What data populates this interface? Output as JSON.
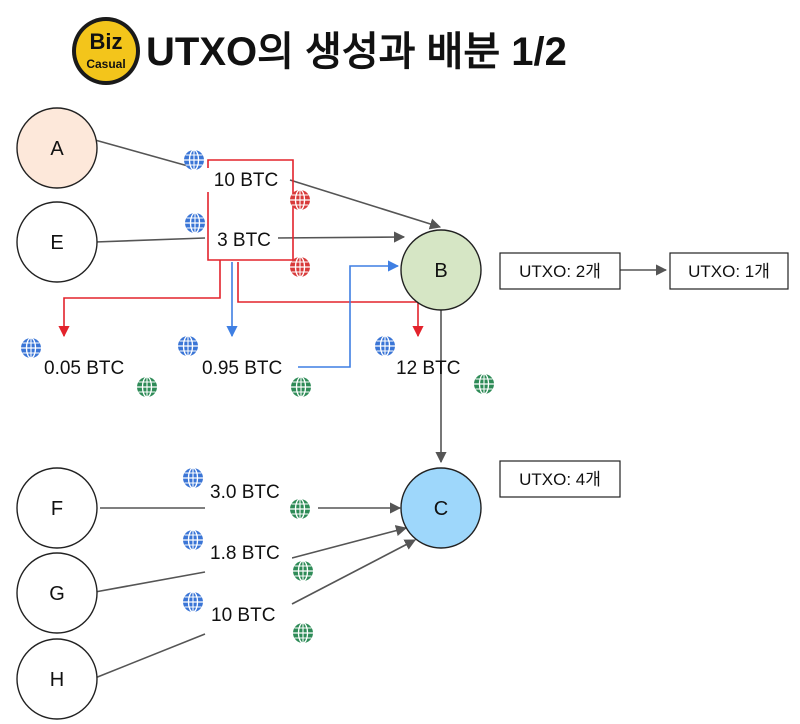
{
  "title": {
    "logo_top": "Biz",
    "logo_bottom": "Casual",
    "text": "UTXO의 생성과 배분 1/2"
  },
  "nodes": {
    "A": "A",
    "E": "E",
    "B": "B",
    "C": "C",
    "F": "F",
    "G": "G",
    "H": "H"
  },
  "amounts": {
    "a_tx": "10 BTC",
    "e_tx": "3 BTC",
    "change_out": "0.05 BTC",
    "return_out": "0.95 BTC",
    "b_out": "12 BTC",
    "f_tx": "3.0 BTC",
    "g_tx": "1.8 BTC",
    "h_tx": "10 BTC"
  },
  "utxo_boxes": {
    "b_before": "UTXO: 2개",
    "b_after": "UTXO: 1개",
    "c_count": "UTXO: 4개"
  },
  "colors": {
    "node_a": "#fde8da",
    "node_b": "#d6e6c5",
    "node_c": "#9ed7fb",
    "edge_red": "#e3232c",
    "edge_blue": "#3f7fe3",
    "edge_gray": "#555555",
    "globe_blue": "#3a75d6",
    "globe_red": "#d83a3a",
    "globe_green": "#2e8b57",
    "logo_yellow": "#f3c51b"
  }
}
